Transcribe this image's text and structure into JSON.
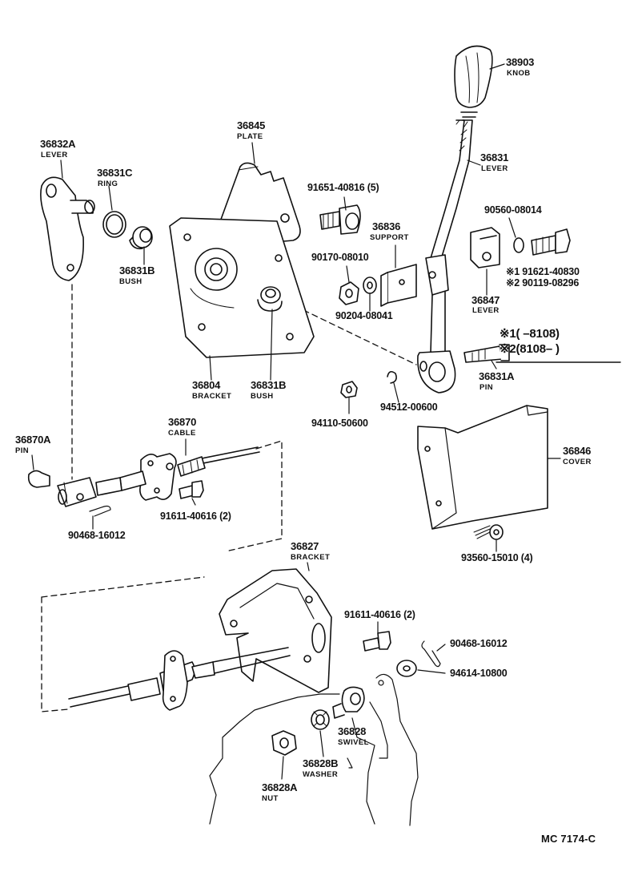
{
  "parts": [
    {
      "key": "knob",
      "number": "38903",
      "name": "KNOB"
    },
    {
      "key": "shift_lever",
      "number": "36831",
      "name": "LEVER"
    },
    {
      "key": "plate",
      "number": "36845",
      "name": "PLATE"
    },
    {
      "key": "lever_a",
      "number": "36832A",
      "name": "LEVER"
    },
    {
      "key": "ring",
      "number": "36831C",
      "name": "RING"
    },
    {
      "key": "bush_left",
      "number": "36831B",
      "name": "BUSH"
    },
    {
      "key": "bracket_upper",
      "number": "36804",
      "name": "BRACKET"
    },
    {
      "key": "bush_center",
      "number": "36831B",
      "name": "BUSH"
    },
    {
      "key": "support",
      "number": "36836",
      "name": "SUPPORT"
    },
    {
      "key": "lever_b",
      "number": "36847",
      "name": "LEVER"
    },
    {
      "key": "pin_a",
      "number": "36831A",
      "name": "PIN"
    },
    {
      "key": "cable",
      "number": "36870",
      "name": "CABLE"
    },
    {
      "key": "pin_b",
      "number": "36870A",
      "name": "PIN"
    },
    {
      "key": "cover",
      "number": "36846",
      "name": "COVER"
    },
    {
      "key": "bracket_lower",
      "number": "36827",
      "name": "BRACKET"
    },
    {
      "key": "swivel",
      "number": "36828",
      "name": "SWIVEL"
    },
    {
      "key": "washer",
      "number": "36828B",
      "name": "WASHER"
    },
    {
      "key": "nut",
      "number": "36828A",
      "name": "NUT"
    }
  ],
  "fasteners": [
    {
      "key": "bolt_top",
      "text": "91651-40816 (5)"
    },
    {
      "key": "ref_90560",
      "text": "90560-08014"
    },
    {
      "key": "ref_90170",
      "text": "90170-08010"
    },
    {
      "key": "ref_90204",
      "text": "90204-08041"
    },
    {
      "key": "ref_91621",
      "text": "※1 91621-40830"
    },
    {
      "key": "ref_90119",
      "text": "※2 90119-08296"
    },
    {
      "key": "ref_94512",
      "text": "94512-00600"
    },
    {
      "key": "ref_94110",
      "text": "94110-50600"
    },
    {
      "key": "ref_91611_a",
      "text": "91611-40616 (2)"
    },
    {
      "key": "ref_90468_a",
      "text": "90468-16012"
    },
    {
      "key": "ref_93560",
      "text": "93560-15010 (4)"
    },
    {
      "key": "ref_91611_b",
      "text": "91611-40616 (2)"
    },
    {
      "key": "ref_90468_b",
      "text": "90468-16012"
    },
    {
      "key": "ref_94614",
      "text": "94614-10800"
    }
  ],
  "notes": [
    {
      "key": "note1",
      "text": "※1(     –8108)"
    },
    {
      "key": "note2",
      "text": "※2(8108–      )"
    }
  ],
  "figure_code": "MC  7174-C"
}
